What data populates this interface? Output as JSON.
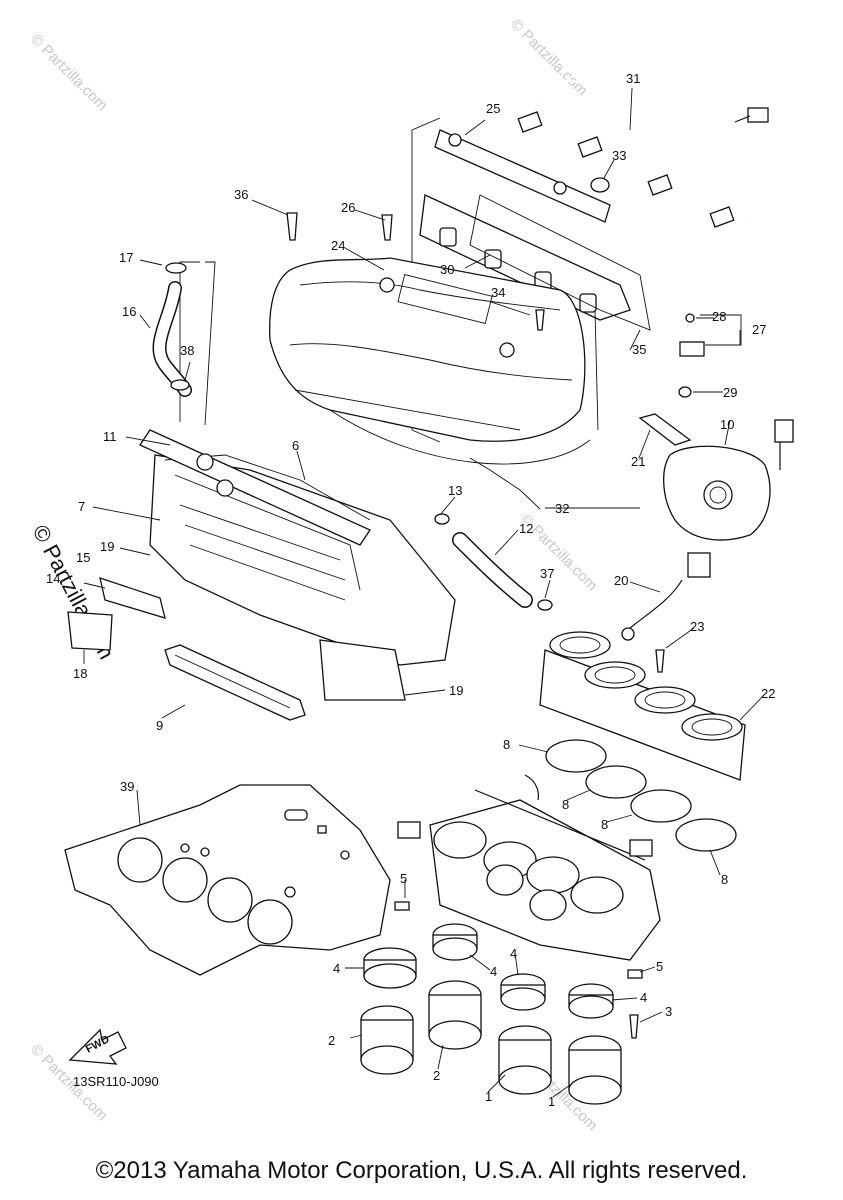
{
  "diagram": {
    "code": "13SR110-J090",
    "fwd_label": "FWD",
    "watermark": "© Partzilla.com",
    "copyright": "©2013 Yamaha Motor Corporation, U.S.A. All rights reserved."
  },
  "callouts": [
    "1",
    "1",
    "2",
    "2",
    "3",
    "4",
    "4",
    "4",
    "4",
    "5",
    "5",
    "6",
    "7",
    "8",
    "8",
    "8",
    "8",
    "9",
    "10",
    "11",
    "12",
    "13",
    "14",
    "15",
    "16",
    "17",
    "18",
    "19",
    "19",
    "20",
    "21",
    "22",
    "23",
    "24",
    "25",
    "26",
    "27",
    "28",
    "29",
    "30",
    "31",
    "32",
    "33",
    "34",
    "35",
    "36",
    "37",
    "38",
    "39"
  ]
}
